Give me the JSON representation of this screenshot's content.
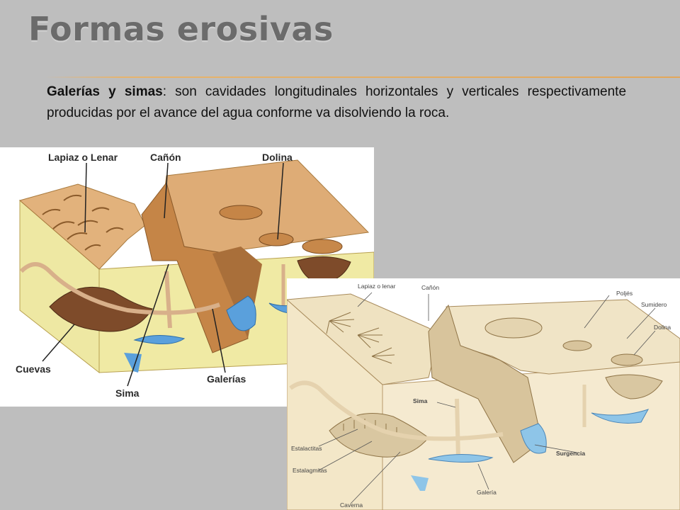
{
  "slide": {
    "title": "Formas erosivas",
    "paragraph_term": "Galerías y simas",
    "paragraph_body": ": son cavidades longitudinales horizontales y verticales respectivamente producidas por el avance del agua conforme va disolviendo la roca."
  },
  "figure1": {
    "labels": {
      "lapiaz": "Lapiaz o Lenar",
      "canon": "Cañón",
      "dolina": "Dolina",
      "cuevas": "Cuevas",
      "sima": "Sima",
      "galerias": "Galerías"
    }
  },
  "figure2": {
    "labels": {
      "lapiaz": "Lapiaz o lenar",
      "canon": "Cañón",
      "poljes": "Poljés",
      "sumidero": "Sumidero",
      "dolina": "Dolina",
      "sima": "Sima",
      "estalactitas": "Estalactitas",
      "estalagmitas": "Estalagmitas",
      "surgencia": "Surgencia",
      "galeria": "Galería",
      "caverna": "Caverna"
    }
  },
  "colors": {
    "background": "#bebebe",
    "title": "#6b6b6b",
    "accent_rule": "#e3a75a",
    "water": "#5aa0dc"
  }
}
